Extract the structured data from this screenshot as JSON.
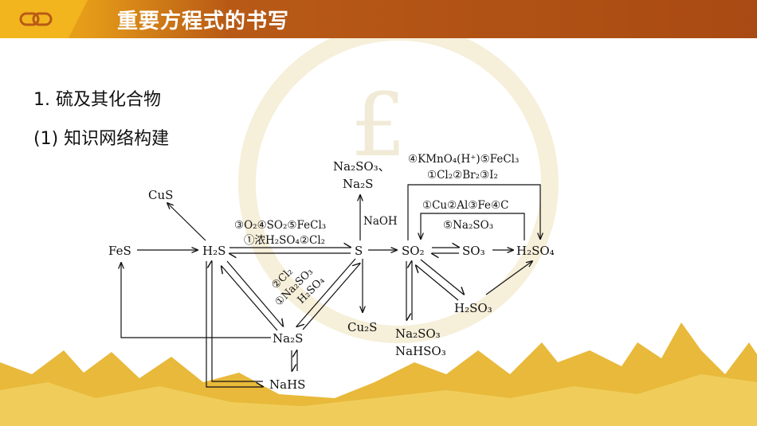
{
  "header": {
    "title": "重要方程式的书写"
  },
  "sections": {
    "title1": "1. 硫及其化合物",
    "title2": "(1) 知识网络构建"
  },
  "colors": {
    "header_dark": "#a94a14",
    "header_light": "#f3b51e",
    "mountains": "#e8b93a"
  },
  "icons": {
    "logo": "link-chain-icon"
  },
  "diagram": {
    "nodes": {
      "fes": "FeS",
      "h2s": "H₂S",
      "s": "S",
      "so2": "SO₂",
      "so3": "SO₃",
      "h2so4": "H₂SO₄",
      "cus": "CuS",
      "na2s": "Na₂S",
      "nahs": "NaHS",
      "cu2s": "Cu₂S",
      "h2so3": "H₂SO₃",
      "na2so3_top": "Na₂SO₃、",
      "na2s_top": "Na₂S",
      "na2so3_bot": "Na₂SO₃",
      "nahso3_bot": "NaHSO₃"
    },
    "labels": {
      "h2s_s_top": "③O₂④SO₂⑤FeCl₃",
      "h2s_s_bottom": "①浓H₂SO₄②Cl₂",
      "naoh": "NaOH",
      "diag_1": "②Cl₂",
      "diag_2": "①Na₂SO₃",
      "diag_3": "H₂SO₄",
      "so2_h2so4_top1": "④KMnO₄(H⁺)⑤FeCl₃",
      "so2_h2so4_top2": "①Cl₂②Br₂③I₂",
      "h2so4_so2_1": "①Cu②Al③Fe④C",
      "h2so4_so2_2": "⑤Na₂SO₃"
    }
  }
}
